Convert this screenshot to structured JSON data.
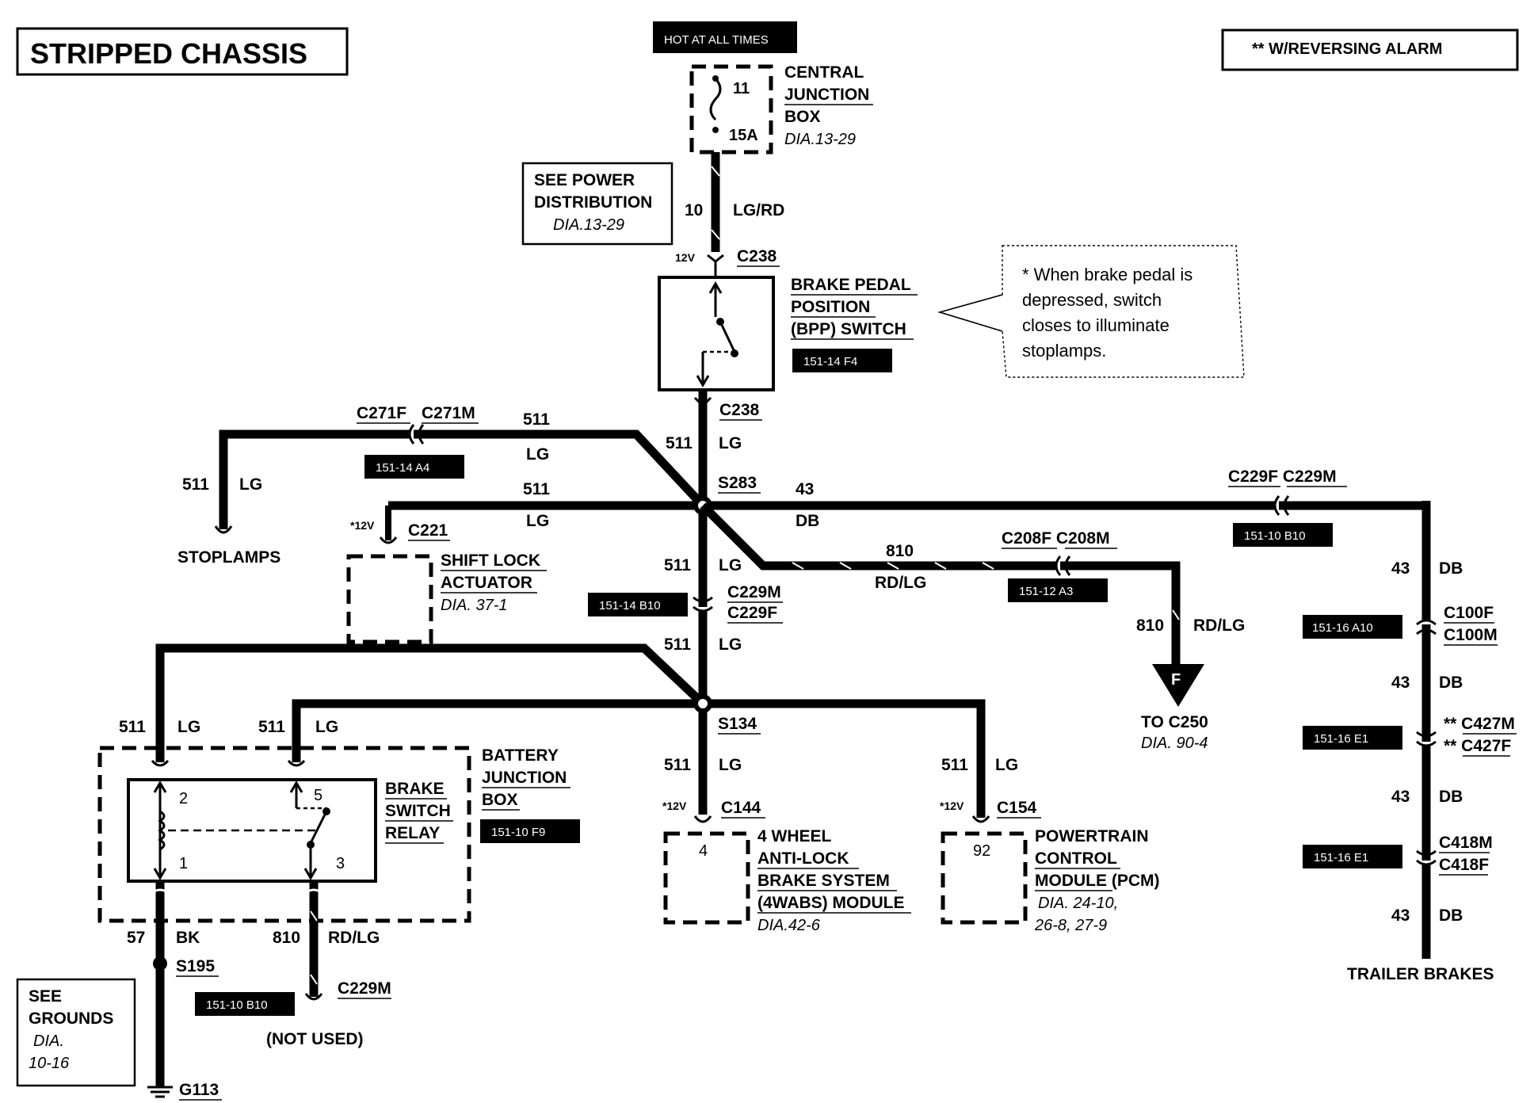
{
  "title": "STRIPPED CHASSIS",
  "hot": "HOT AT ALL TIMES",
  "legend": "** W/REVERSING ALARM",
  "cjb": {
    "lines": [
      "CENTRAL",
      "JUNCTION",
      "BOX"
    ],
    "dia": "DIA.13-29",
    "pin_top": "11",
    "fuse": "15A"
  },
  "power_dist": {
    "lines": [
      "SEE POWER",
      "DISTRIBUTION"
    ],
    "dia": "DIA.13-29"
  },
  "wire_10": {
    "num": "10",
    "color": "LG/RD"
  },
  "v12": "12V",
  "v12s": "*12V",
  "c238": "C238",
  "bpp": {
    "lines": [
      "BRAKE PEDAL",
      "POSITION",
      "(BPP) SWITCH"
    ],
    "ref": "151-14 F4"
  },
  "note": [
    "* When brake pedal is",
    "depressed, switch",
    "closes to illuminate",
    "stoplamps."
  ],
  "c271f": "C271F",
  "c271m": "C271M",
  "ref_a4": "151-14 A4",
  "w511": "511",
  "lg": "LG",
  "stoplamps": "STOPLAMPS",
  "s283": "S283",
  "w43": "43",
  "db": "DB",
  "c229f_m": "C229F C229M",
  "ref_b10_top": "151-10 B10",
  "c221": "C221",
  "shift_lock": {
    "lines": [
      "SHIFT LOCK",
      "ACTUATOR"
    ],
    "dia": "DIA. 37-1"
  },
  "w810": "810",
  "rdlg": "RD/LG",
  "c208": "C208F C208M",
  "ref_a3": "151-12 A3",
  "ref_b10_mid": "151-14 B10",
  "c229m": "C229M",
  "c229f": "C229F",
  "to_c250": "TO C250",
  "to_c250_dia": "DIA. 90-4",
  "f_letter": "F",
  "c100f": "C100F",
  "c100m": "C100M",
  "ref_a10": "151-16 A10",
  "c427m": "** C427M",
  "c427f": "** C427F",
  "ref_e1a": "151-16 E1",
  "c418m": "C418M",
  "c418f": "C418F",
  "ref_e1b": "151-16 E1",
  "trailer": "TRAILER BRAKES",
  "s134": "S134",
  "bjb": {
    "lines": [
      "BATTERY",
      "JUNCTION",
      "BOX"
    ],
    "ref": "151-10 F9"
  },
  "bsr": {
    "lines": [
      "BRAKE",
      "SWITCH",
      "RELAY"
    ],
    "pins": [
      "2",
      "5",
      "1",
      "3"
    ]
  },
  "c144": "C144",
  "abs": {
    "lines": [
      "4 WHEEL",
      "ANTI-LOCK",
      "BRAKE SYSTEM",
      "(4WABS) MODULE"
    ],
    "dia": "DIA.42-6",
    "pin": "4"
  },
  "c154": "C154",
  "pcm": {
    "lines": [
      "POWERTRAIN",
      "CONTROL",
      "MODULE (PCM)"
    ],
    "dia": [
      "DIA. 24-10,",
      "26-8, 27-9"
    ],
    "pin": "92"
  },
  "w57": "57",
  "bk": "BK",
  "s195": "S195",
  "grounds": {
    "lines": [
      "SEE",
      "GROUNDS"
    ],
    "dia": [
      "DIA.",
      "10-16"
    ]
  },
  "g113": "G113",
  "ref_b10_low": "151-10 B10",
  "c229m_low": "C229M",
  "not_used": "(NOT USED)"
}
